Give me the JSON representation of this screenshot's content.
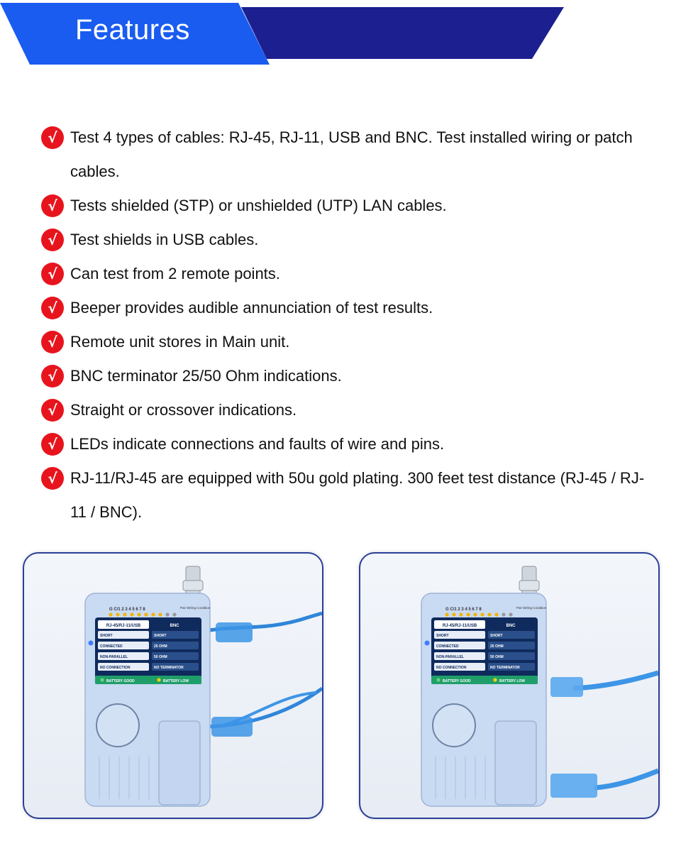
{
  "header": {
    "title": "Features"
  },
  "features": [
    "Test 4 types of cables: RJ-45, RJ-11, USB and BNC. Test installed wiring or patch cables.",
    "Tests shielded (STP) or unshielded (UTP) LAN cables.",
    "Test shields in USB cables.",
    "Can test from 2 remote points.",
    "Beeper provides audible annunciation of test results.",
    "Remote unit stores in Main unit.",
    "BNC terminator 25/50 Ohm indications.",
    "Straight or crossover indications.",
    "LEDs indicate connections and faults of wire and pins.",
    "RJ-11/RJ-45 are equipped with 50u gold plating. 300 feet test distance (RJ-45 / RJ-11 / BNC)."
  ],
  "check_symbol": "√",
  "device": {
    "pin_labels": "G C/1 2 3 4 5 6 7 8",
    "top_right_text": "Pair Wiring Condition",
    "left_header": "RJ-45/RJ-11/USB",
    "right_header": "BNC",
    "rows_left": [
      "SHORT",
      "CONNECTED",
      "NON-PARALLEL",
      "NO CONNECTION"
    ],
    "rows_right": [
      "SHORT",
      "25 OHM",
      "50 OHM",
      "NO TERMINATOR"
    ],
    "battery_good": "BATTERY GOOD",
    "battery_low": "BATTERY LOW"
  },
  "colors": {
    "banner_light": "#1a5cf0",
    "banner_dark": "#1c1f8f",
    "check_red": "#e8141d",
    "panel_border": "#2b3f99",
    "cable_blue": "#2f86d9"
  },
  "icons": {
    "check": "red-checkmark-circle-icon"
  }
}
